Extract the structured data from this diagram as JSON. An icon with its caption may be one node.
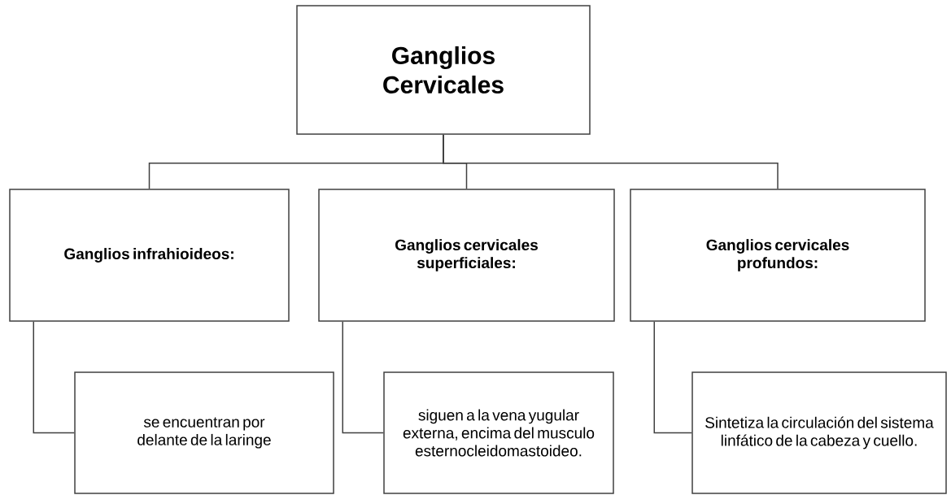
{
  "diagram": {
    "nodes": [
      {
        "text": [
          "Ganglios Cervicales"
        ]
      },
      {
        "text": [
          "Ganglios infrahioideos:"
        ]
      },
      {
        "text": [
          "Ganglios cervicales superficiales:"
        ]
      },
      {
        "text": [
          "Ganglios cervicales profundos:"
        ]
      },
      {
        "text": [
          "se encuentran por delante de la laringe"
        ]
      },
      {
        "text": [
          "siguen a la vena yugular externa, encima del musculo esternocleidomastoideo."
        ]
      },
      {
        "text": [
          "Sintetiza la circulación del sistema linfático de la cabeza y cuello."
        ]
      }
    ],
    "edges": [
      {
        "from": 0,
        "to": 1,
        "arrow": "none"
      },
      {
        "from": 0,
        "to": 2,
        "arrow": "none"
      },
      {
        "from": 0,
        "to": 3,
        "arrow": "none"
      },
      {
        "from": 1,
        "to": 4,
        "arrow": "none"
      },
      {
        "from": 2,
        "to": 5,
        "arrow": "none"
      },
      {
        "from": 3,
        "to": 6,
        "arrow": "none"
      }
    ]
  }
}
